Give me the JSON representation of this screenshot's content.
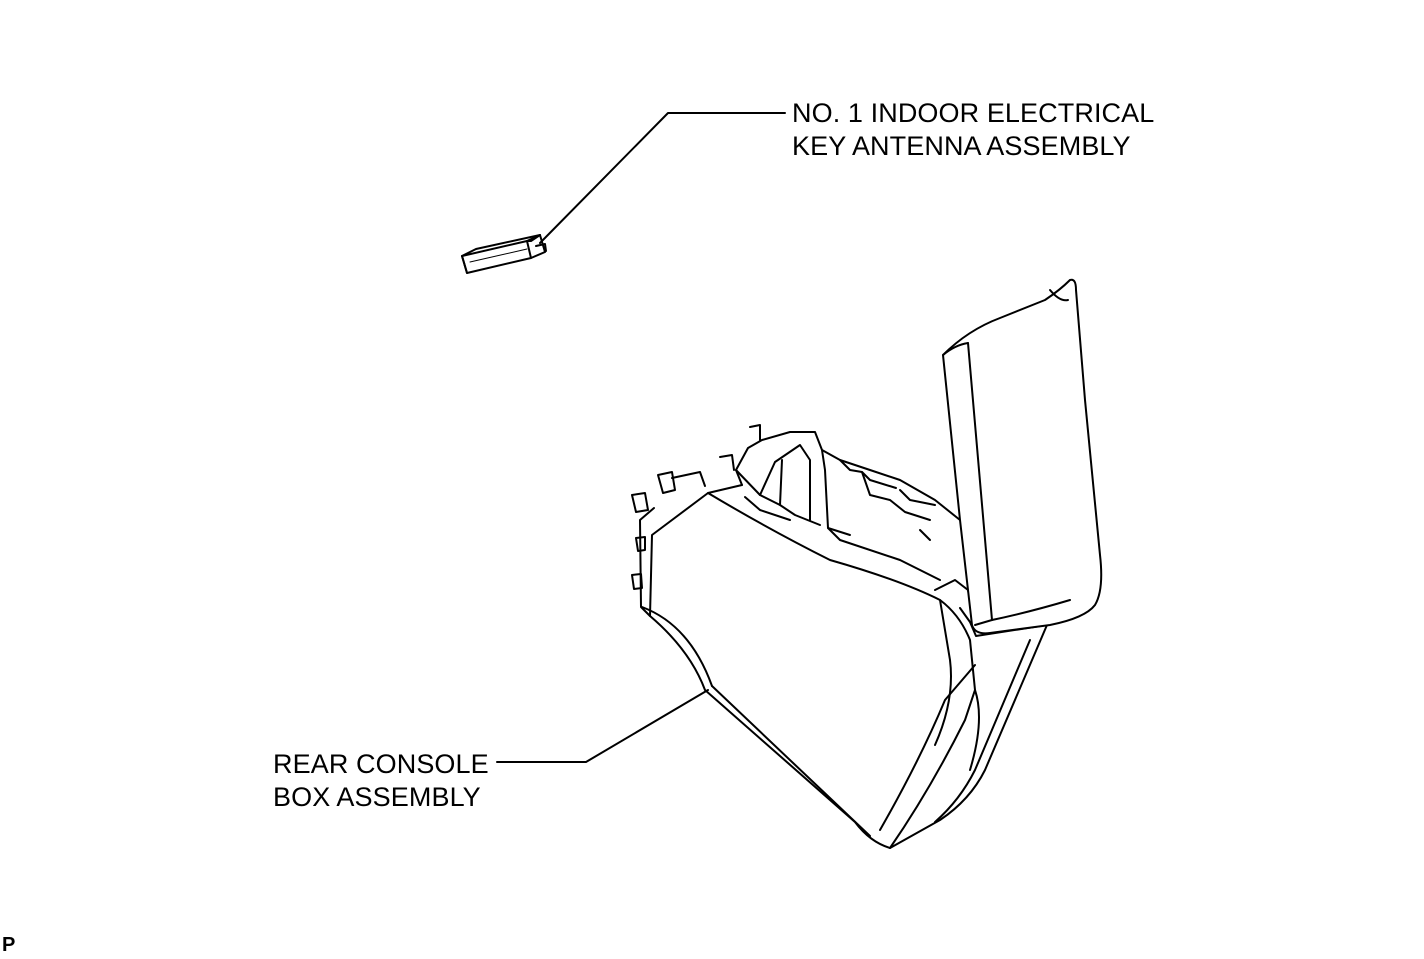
{
  "parts": [
    {
      "id": "antenna",
      "label_lines": [
        "NO. 1 INDOOR ELECTRICAL",
        "KEY ANTENNA ASSEMBLY"
      ]
    },
    {
      "id": "console",
      "label_lines": [
        "REAR CONSOLE",
        "BOX ASSEMBLY"
      ]
    }
  ],
  "figure_code": "P",
  "colors": {
    "line": "#000000",
    "background": "#ffffff"
  }
}
